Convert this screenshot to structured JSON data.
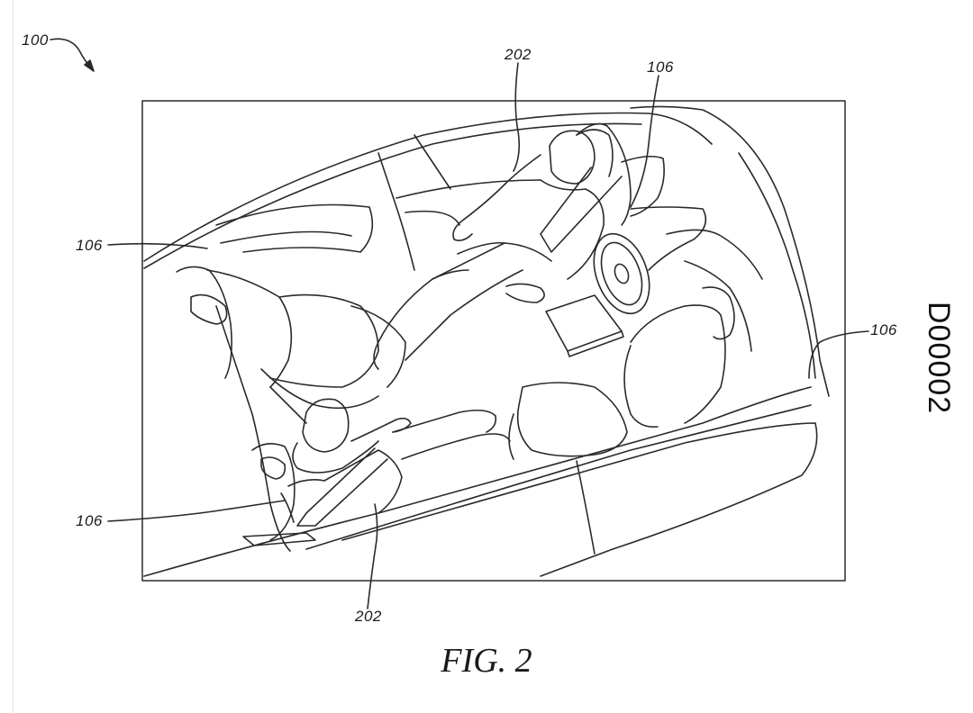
{
  "figure": {
    "caption": "FIG. 2",
    "sheet_id": "D00002"
  },
  "reference_numerals": {
    "system": "100",
    "occupant_rear": "202",
    "occupant_front": "202",
    "seat_front_right": "106",
    "seat_rear_left": "106",
    "seat_right_side": "106",
    "seat_front_left": "106"
  },
  "colors": {
    "line": "#2a2a2a",
    "background": "#ffffff"
  }
}
